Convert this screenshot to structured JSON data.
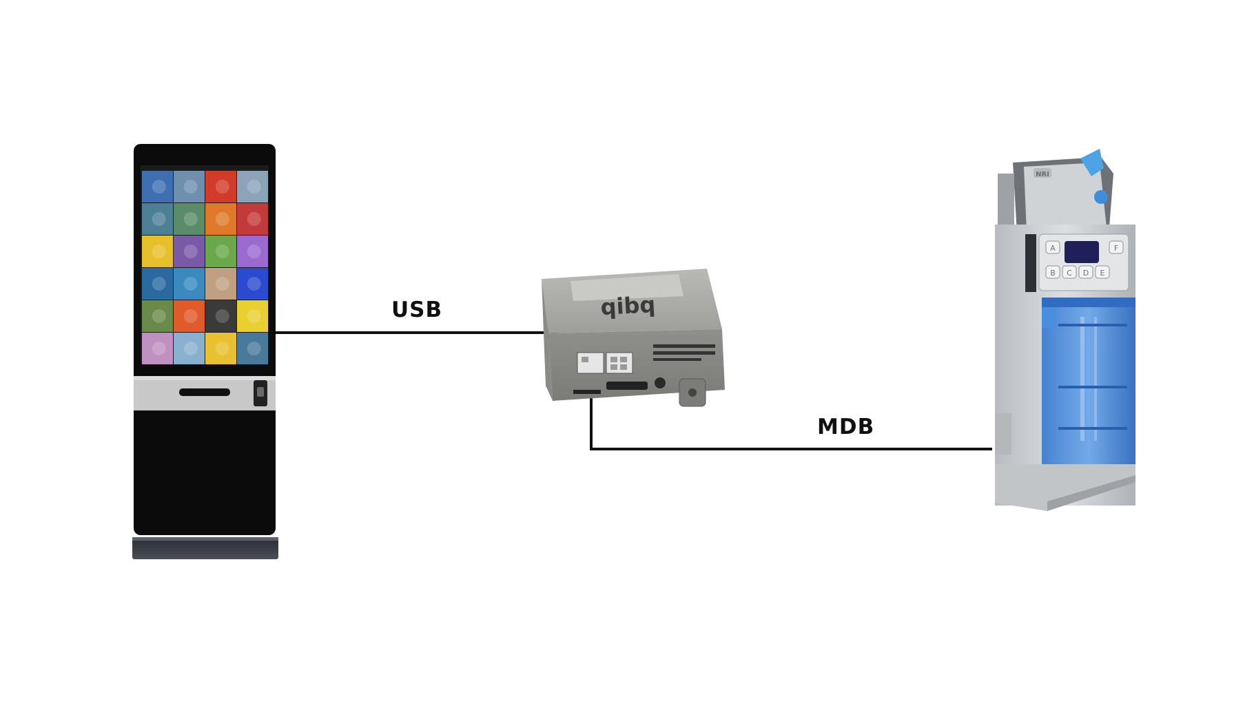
{
  "connections": {
    "usb_label": "USB",
    "mdb_label": "MDB"
  },
  "devices": {
    "controller_logo": "qibq",
    "coin_mech_badge": "NRI",
    "coin_mech_keys": [
      "A",
      "F",
      "B",
      "C",
      "D",
      "E"
    ]
  },
  "colors": {
    "wire": "#111111",
    "kiosk_body": "#0b0b0b",
    "kiosk_band": "#c8c8c8",
    "box_metal": "#a8a8a4",
    "coin_mech_grey": "#c9cccf",
    "coin_mech_blue": "#4f8fd8"
  }
}
